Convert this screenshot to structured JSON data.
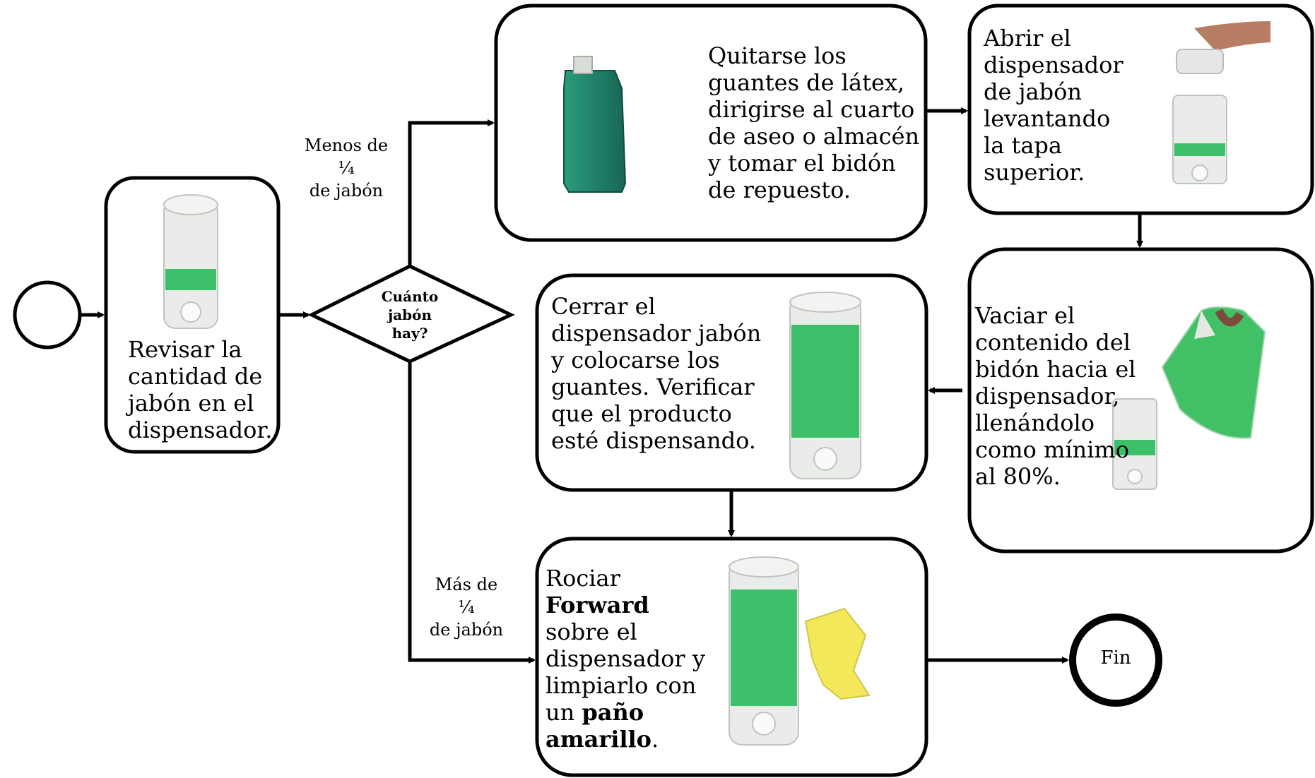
{
  "decision": {
    "line1": "Cuánto",
    "line2": "jabón",
    "line3": "hay?"
  },
  "branches": {
    "less": {
      "line1": "Menos de",
      "line2": "¼",
      "line3": "de jabón"
    },
    "more": {
      "line1": "Más de",
      "line2": "¼",
      "line3": "de jabón"
    }
  },
  "steps": {
    "check": {
      "lines": [
        "Revisar la",
        "cantidad de",
        "jabón en el",
        "dispensador."
      ]
    },
    "remove_gloves": {
      "lines": [
        "Quitarse los",
        "guantes de látex,",
        "dirigirse al cuarto",
        "de aseo o almacén",
        "y tomar el bidón",
        "de repuesto."
      ]
    },
    "open": {
      "lines": [
        "Abrir el",
        "dispensador",
        "de jabón",
        "levantando",
        "la tapa",
        "superior."
      ]
    },
    "empty": {
      "lines": [
        "Vaciar el",
        "contenido del",
        "bidón hacia el",
        "dispensador,",
        "llenándolo",
        "como mínimo",
        "al 80%."
      ]
    },
    "close": {
      "lines": [
        "Cerrar el",
        "dispensador jabón",
        "y colocarse los",
        "guantes. Verificar",
        "que el producto",
        "esté dispensando."
      ]
    },
    "spray": {
      "l1": "Rociar",
      "l2_bold": "Forward",
      "l3": "sobre el",
      "l4": "dispensador y",
      "l5": "limpiarlo con",
      "l6_pre": "un ",
      "l6_bold": "paño",
      "l7_bold": "amarillo",
      "l7_post": "."
    }
  },
  "end": {
    "label": "Fin"
  },
  "colors": {
    "soap": "#3cc06a",
    "jug_soap": "#1f8a6a",
    "glove": "#f2e85a",
    "dispenser": "#e9ece8"
  }
}
